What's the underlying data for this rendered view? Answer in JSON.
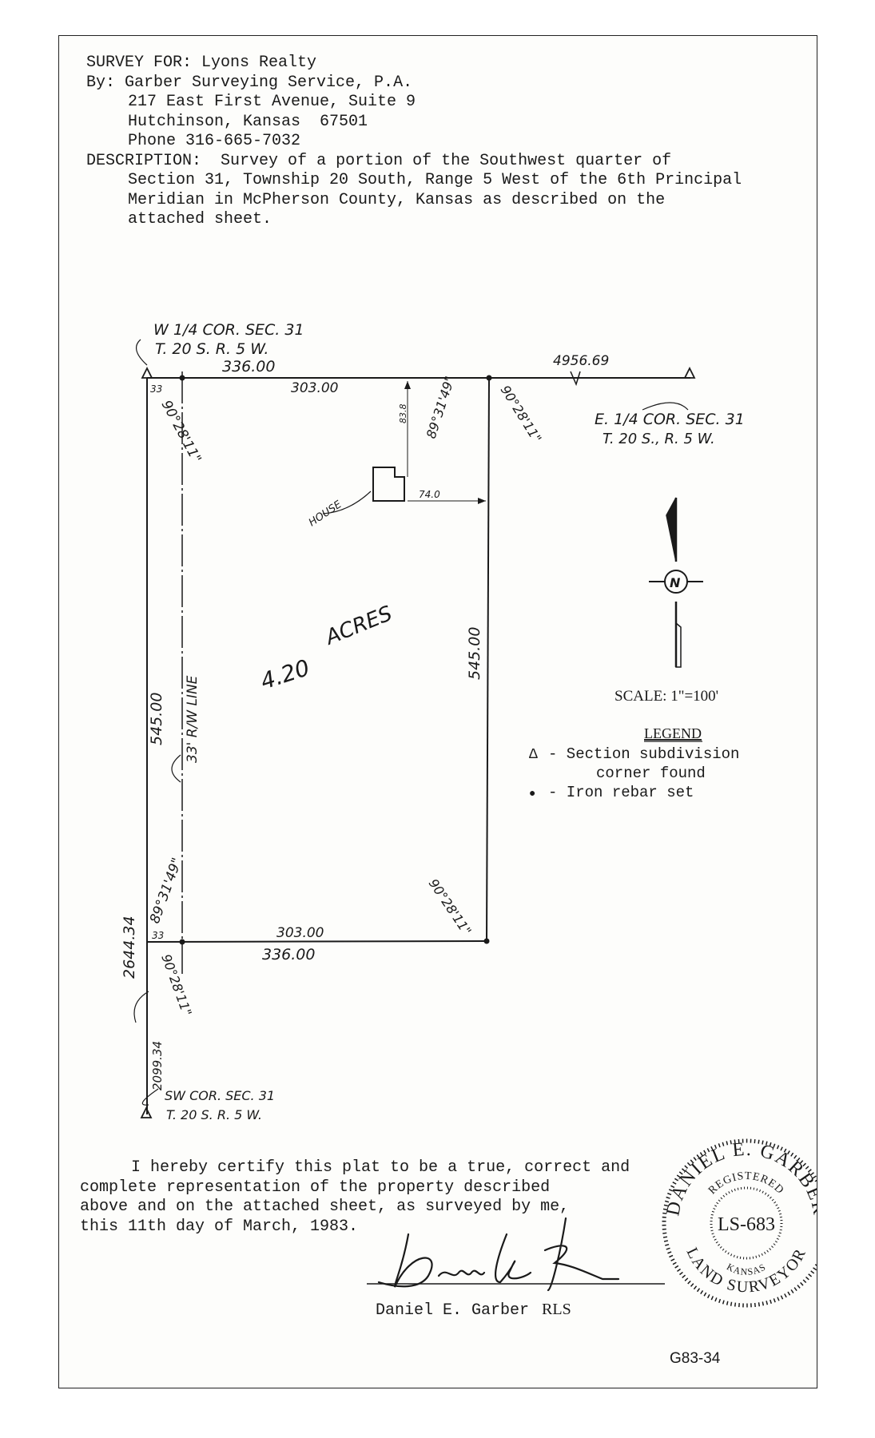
{
  "header": {
    "survey_for": "SURVEY FOR: Lyons Realty",
    "by": "By: Garber Surveying Service, P.A.",
    "address1": "217 East First Avenue, Suite 9",
    "address2": "Hutchinson, Kansas  67501",
    "phone": "Phone 316-665-7032",
    "description_label": "DESCRIPTION:",
    "description_line1": "Survey of a portion of the Southwest quarter of",
    "description_line2": "Section 31, Township 20 South, Range 5 West of the 6th Principal",
    "description_line3": "Meridian in McPherson County, Kansas as described on the",
    "description_line4": "attached sheet."
  },
  "plat": {
    "nw_corner_line1": "W 1/4 COR. SEC. 31",
    "nw_corner_line2": "T. 20 S. R. 5 W.",
    "e_corner_line1": "E. 1/4 COR. SEC. 31",
    "e_corner_line2": "T. 20 S., R. 5 W.",
    "sw_corner_line1": "SW COR. SEC. 31",
    "sw_corner_line2": "T. 20 S. R. 5 W.",
    "top_outer_dim": "336.00",
    "top_inner_dim": "303.00",
    "top_east_dim": "4956.69",
    "bottom_inner_dim": "303.00",
    "bottom_outer_dim": "336.00",
    "west_dim": "545.00",
    "east_dim": "545.00",
    "section_line_total": "2644.34",
    "south_to_corner": "2099.34",
    "row_offset_top": "33",
    "row_offset_bottom": "33",
    "row_line_label": "33' R/W LINE",
    "angle_nw": "90°28'11\"",
    "angle_ne_inner": "89°31'49\"",
    "angle_ne_outer": "90°28'11\"",
    "angle_sw_inner": "89°31'49\"",
    "angle_sw_outer": "90°28'11\"",
    "angle_se": "90°28'11\"",
    "house_label": "HOUSE",
    "house_north_dist": "83.8",
    "house_east_dist": "74.0",
    "acreage": "4.20",
    "acreage_unit": "ACRES",
    "north_symbol": "N"
  },
  "scale": "SCALE: 1\"=100'",
  "legend": {
    "title": "LEGEND",
    "item1_symbol": "Δ",
    "item1_line1": "- Section subdivision",
    "item1_line2": "corner found",
    "item2_symbol": "●",
    "item2_text": "- Iron rebar set"
  },
  "certification": {
    "line1": "I hereby certify this plat to be a true, correct and",
    "line2": "complete representation of the property described",
    "line3": "above and on the attached sheet, as surveyed by me,",
    "line4": "this 11th day of March, 1983."
  },
  "signature": {
    "name": "Daniel E. Garber",
    "title": "RLS",
    "script": "Daniel E. Garber"
  },
  "seal": {
    "top_text": "DANIEL E. GARBER",
    "registered": "REGISTERED",
    "license": "LS-683",
    "state": "KANSAS",
    "bottom_text": "LAND SURVEYOR"
  },
  "document_number": "G83-34"
}
